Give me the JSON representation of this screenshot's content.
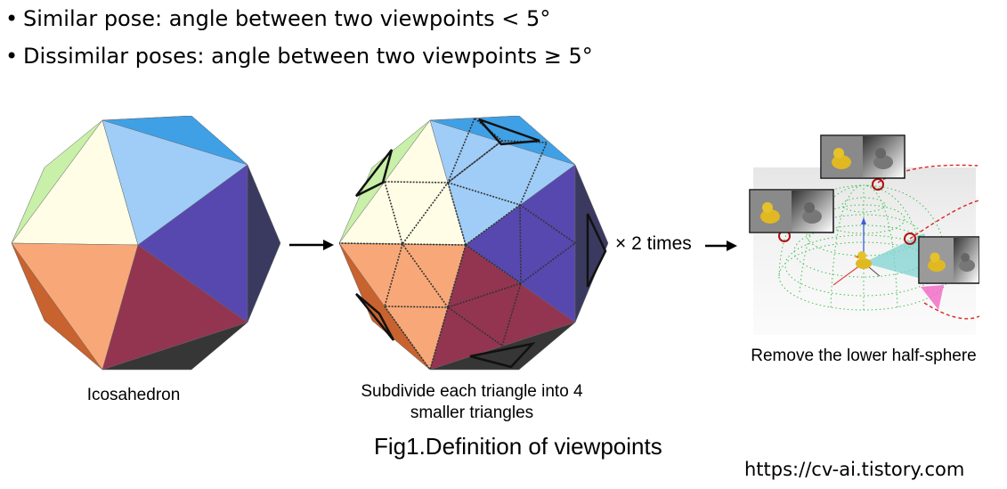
{
  "bullets": [
    {
      "text": "Similar pose: angle between two viewpoints < 5°"
    },
    {
      "text": "Dissimilar poses: angle between two viewpoints ≥ 5°"
    }
  ],
  "captions": {
    "icosahedron": "Icosahedron",
    "subdivide_line1": "Subdivide each triangle into 4",
    "subdivide_line2": "smaller triangles",
    "remove": "Remove the lower half-sphere"
  },
  "times_label": "× 2 times",
  "figure_title": "Fig1.Definition of viewpoints",
  "url": "https://cv-ai.tistory.com",
  "colors": {
    "top_blue": "#3fa0e6",
    "light_blue": "#9fcdf7",
    "cream": "#fffde6",
    "light_green": "#c8f0a8",
    "indigo": "#5748b0",
    "navy": "#3a3a60",
    "orange": "#f8a878",
    "dark_orange": "#c8622e",
    "maroon": "#933550",
    "charcoal": "#363636"
  }
}
